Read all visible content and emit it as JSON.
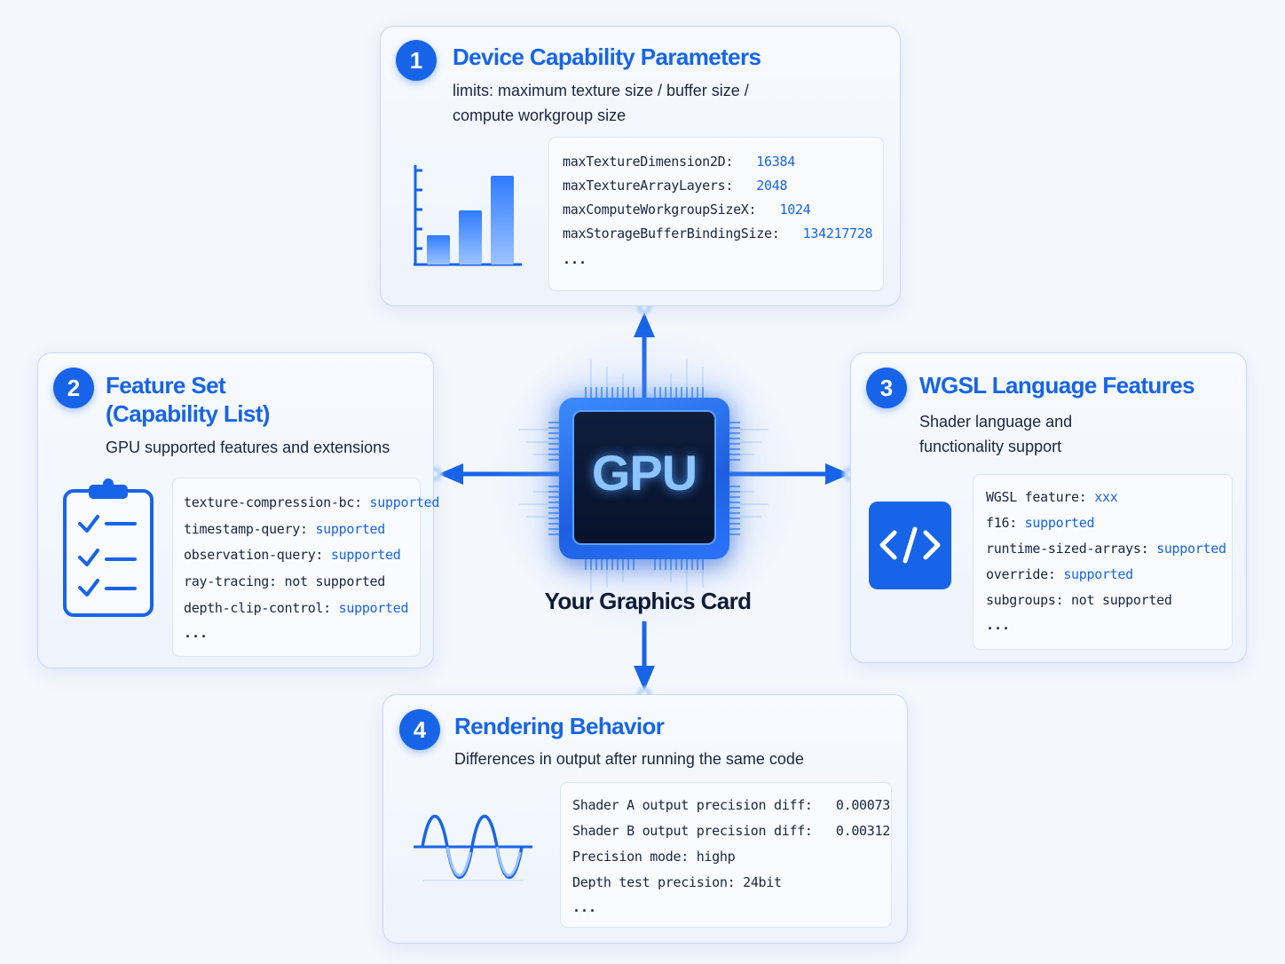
{
  "center": {
    "chip_label": "GPU",
    "caption": "Your Graphics Card"
  },
  "card1": {
    "number": "1",
    "title": "Device Capability Parameters",
    "desc_line1": "limits:  maximum texture size / buffer size /",
    "desc_line2": "compute workgroup size",
    "icon": "bar-chart-icon",
    "rows": [
      {
        "key": "maxTextureDimension2D:",
        "value": "16384"
      },
      {
        "key": "maxTextureArrayLayers:",
        "value": "2048"
      },
      {
        "key": "maxComputeWorkgroupSizeX:",
        "value": "1024"
      },
      {
        "key": "maxStorageBufferBindingSize:",
        "value": "134217728"
      }
    ],
    "ellipsis": "..."
  },
  "card2": {
    "number": "2",
    "title_line1": "Feature Set",
    "title_line2": "(Capability List)",
    "desc": "GPU supported features and extensions",
    "icon": "clipboard-checklist-icon",
    "rows": [
      {
        "key": "texture-compression-bc:",
        "value": "supported"
      },
      {
        "key": "timestamp-query:",
        "value": "supported"
      },
      {
        "key": "observation-query:",
        "value": "supported"
      },
      {
        "key": "ray-tracing:",
        "value": "not supported"
      },
      {
        "key": "depth-clip-control:",
        "value": "supported"
      }
    ],
    "ellipsis": "..."
  },
  "card3": {
    "number": "3",
    "title": "WGSL Language Features",
    "desc_line1": "Shader language and",
    "desc_line2": "functionality support",
    "icon": "code-brackets-icon",
    "rows": [
      {
        "key": "WGSL feature:",
        "value": "xxx"
      },
      {
        "key": "f16:",
        "value": "supported"
      },
      {
        "key": "runtime-sized-arrays:",
        "value": "supported"
      },
      {
        "key": "override:",
        "value": "supported"
      },
      {
        "key": "subgroups:",
        "value": "not supported"
      }
    ],
    "ellipsis": "..."
  },
  "card4": {
    "number": "4",
    "title": "Rendering Behavior",
    "desc": "Differences in output after running the same code",
    "icon": "waveform-icon",
    "rows": [
      {
        "key": "Shader A output precision diff:",
        "value": "0.00073"
      },
      {
        "key": "Shader B output precision diff:",
        "value": "0.00312"
      },
      {
        "key": "Precision mode:",
        "value": "highp"
      },
      {
        "key": "Depth test precision:",
        "value": "24bit"
      }
    ],
    "ellipsis": "..."
  },
  "colors": {
    "accent": "#1764e8",
    "title_blue": "#1764e8",
    "text_dark": "#1a2540",
    "chip_glow": "#8cc4ff",
    "card_border": "#c9d8f2"
  }
}
